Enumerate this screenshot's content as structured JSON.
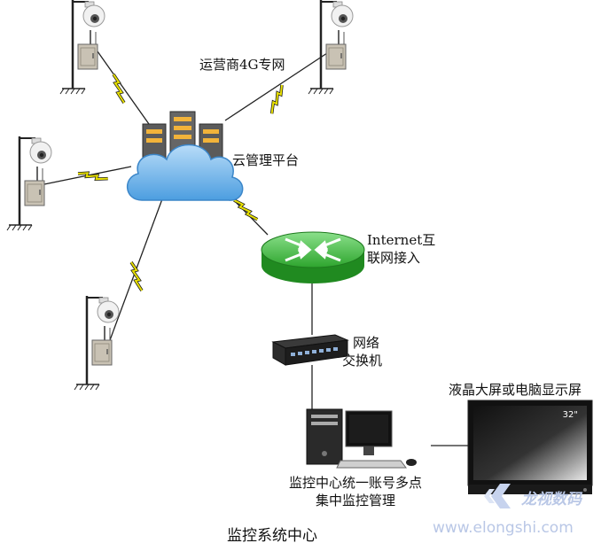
{
  "labels": {
    "carrier_network": "运营商4G专网",
    "cloud_platform": "云管理平台",
    "internet_line1": "Internet互",
    "internet_line2": "联网接入",
    "switch_line1": "网络",
    "switch_line2": "交换机",
    "display": "液晶大屏或电脑显示屏",
    "monitor_size": "32\"",
    "center_line1": "监控中心统一账号多点",
    "center_line2": "集中监控管理",
    "footer_title": "监控系统中心"
  },
  "watermark": {
    "brand": "龙视数码",
    "url": "www.elongshi.com"
  },
  "colors": {
    "cloud": "#5aa8e6",
    "router": "#3fb93f",
    "server": "#5b5b5b",
    "server_stripe": "#f2b33a",
    "lightning": "#e8e000",
    "watermark": "#b9c7e6"
  }
}
